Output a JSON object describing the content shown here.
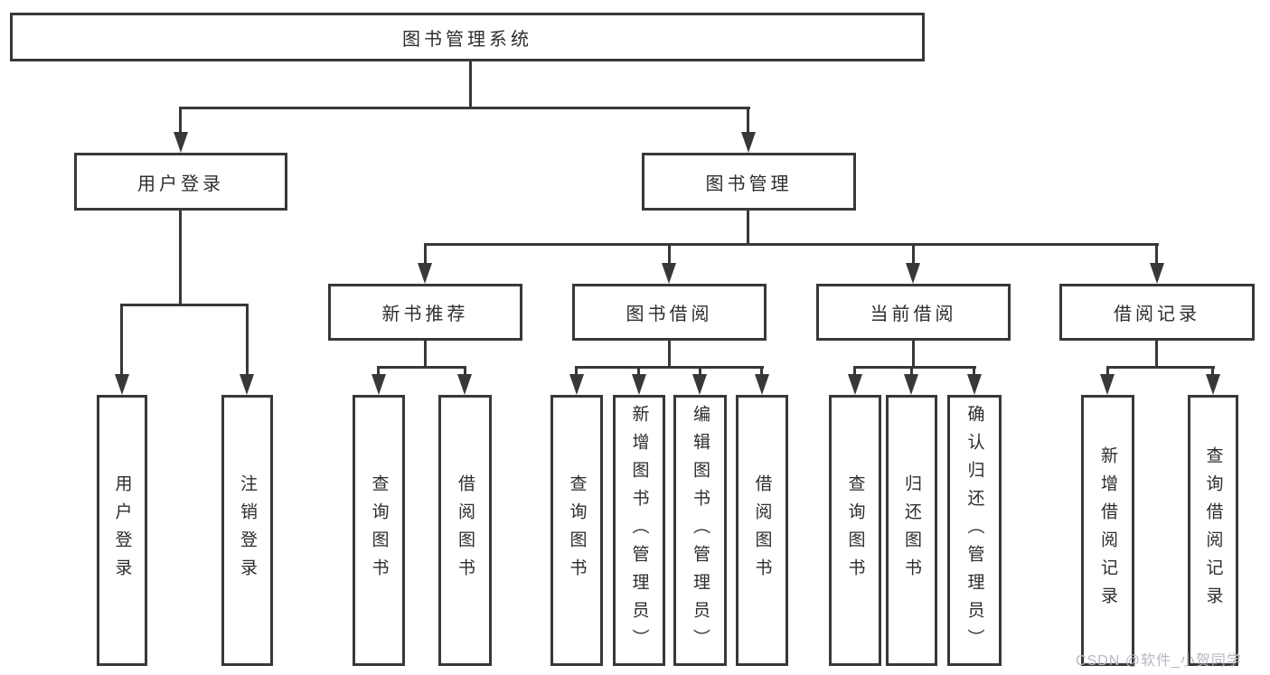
{
  "diagram": {
    "root": {
      "label": "图书管理系统"
    },
    "level2": {
      "user_login": {
        "label": "用户登录"
      },
      "book_mgmt": {
        "label": "图书管理"
      }
    },
    "level3": {
      "new_book_rec": {
        "label": "新书推荐"
      },
      "book_borrow": {
        "label": "图书借阅"
      },
      "current_borrow": {
        "label": "当前借阅"
      },
      "borrow_record": {
        "label": "借阅记录"
      }
    },
    "leaves": {
      "user_login": {
        "label": "用户登录"
      },
      "logout": {
        "label": "注销登录"
      },
      "query_book_rec": {
        "label": "查询图书"
      },
      "borrow_book_rec": {
        "label": "借阅图书"
      },
      "query_book_borrow": {
        "label": "查询图书"
      },
      "add_book_admin": {
        "label": "新增图书（管理员）"
      },
      "edit_book_admin": {
        "label": "编辑图书（管理员）"
      },
      "borrow_book": {
        "label": "借阅图书"
      },
      "query_book_current": {
        "label": "查询图书"
      },
      "return_book": {
        "label": "归还图书"
      },
      "confirm_return_admin": {
        "label": "确认归还（管理员）"
      },
      "add_borrow_record": {
        "label": "新增借阅记录"
      },
      "query_borrow_record": {
        "label": "查询借阅记录"
      }
    },
    "hierarchy": {
      "图书管理系统": {
        "用户登录": [
          "用户登录",
          "注销登录"
        ],
        "图书管理": {
          "新书推荐": [
            "查询图书",
            "借阅图书"
          ],
          "图书借阅": [
            "查询图书",
            "新增图书（管理员）",
            "编辑图书（管理员）",
            "借阅图书"
          ],
          "当前借阅": [
            "查询图书",
            "归还图书",
            "确认归还（管理员）"
          ],
          "借阅记录": [
            "新增借阅记录",
            "查询借阅记录"
          ]
        }
      }
    },
    "colors": {
      "line": "#383838",
      "text": "#2d2d2d",
      "background": "#ffffff",
      "watermark": "#b4b8c0"
    },
    "watermark": {
      "text": "CSDN @软件_小贺同学"
    }
  }
}
